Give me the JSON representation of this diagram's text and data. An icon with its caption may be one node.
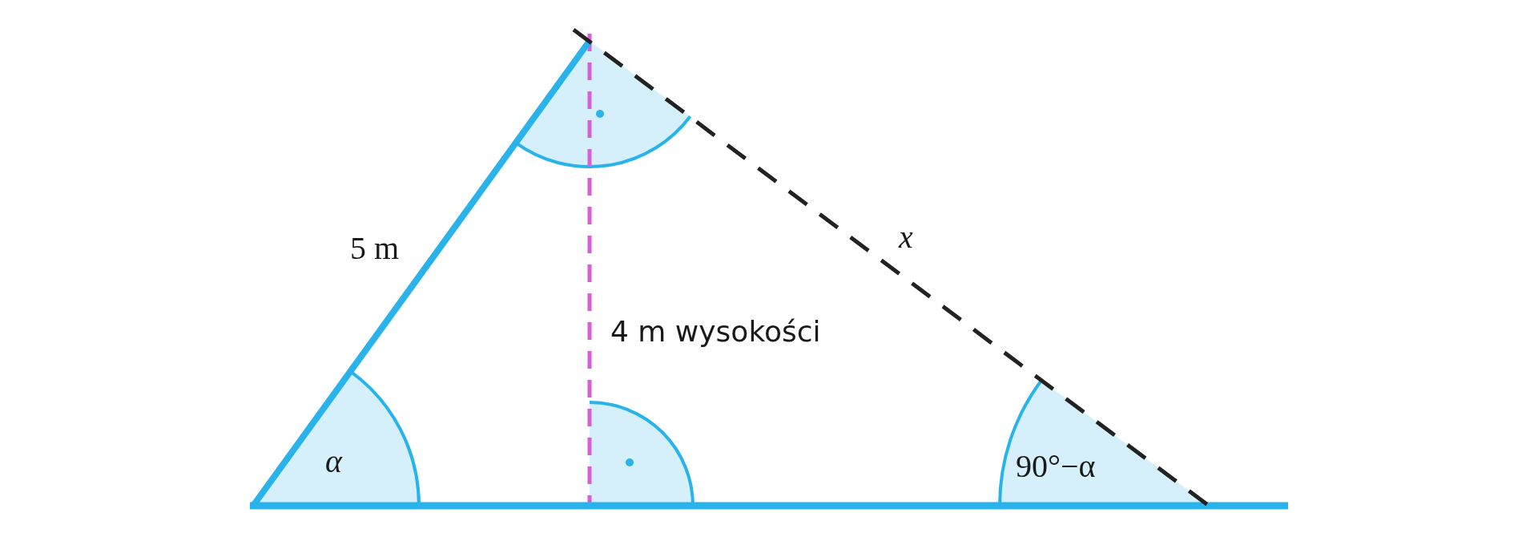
{
  "diagram": {
    "labels": [
      "5 m",
      "x",
      "4 m wysokości",
      "α",
      "90°−α"
    ]
  }
}
